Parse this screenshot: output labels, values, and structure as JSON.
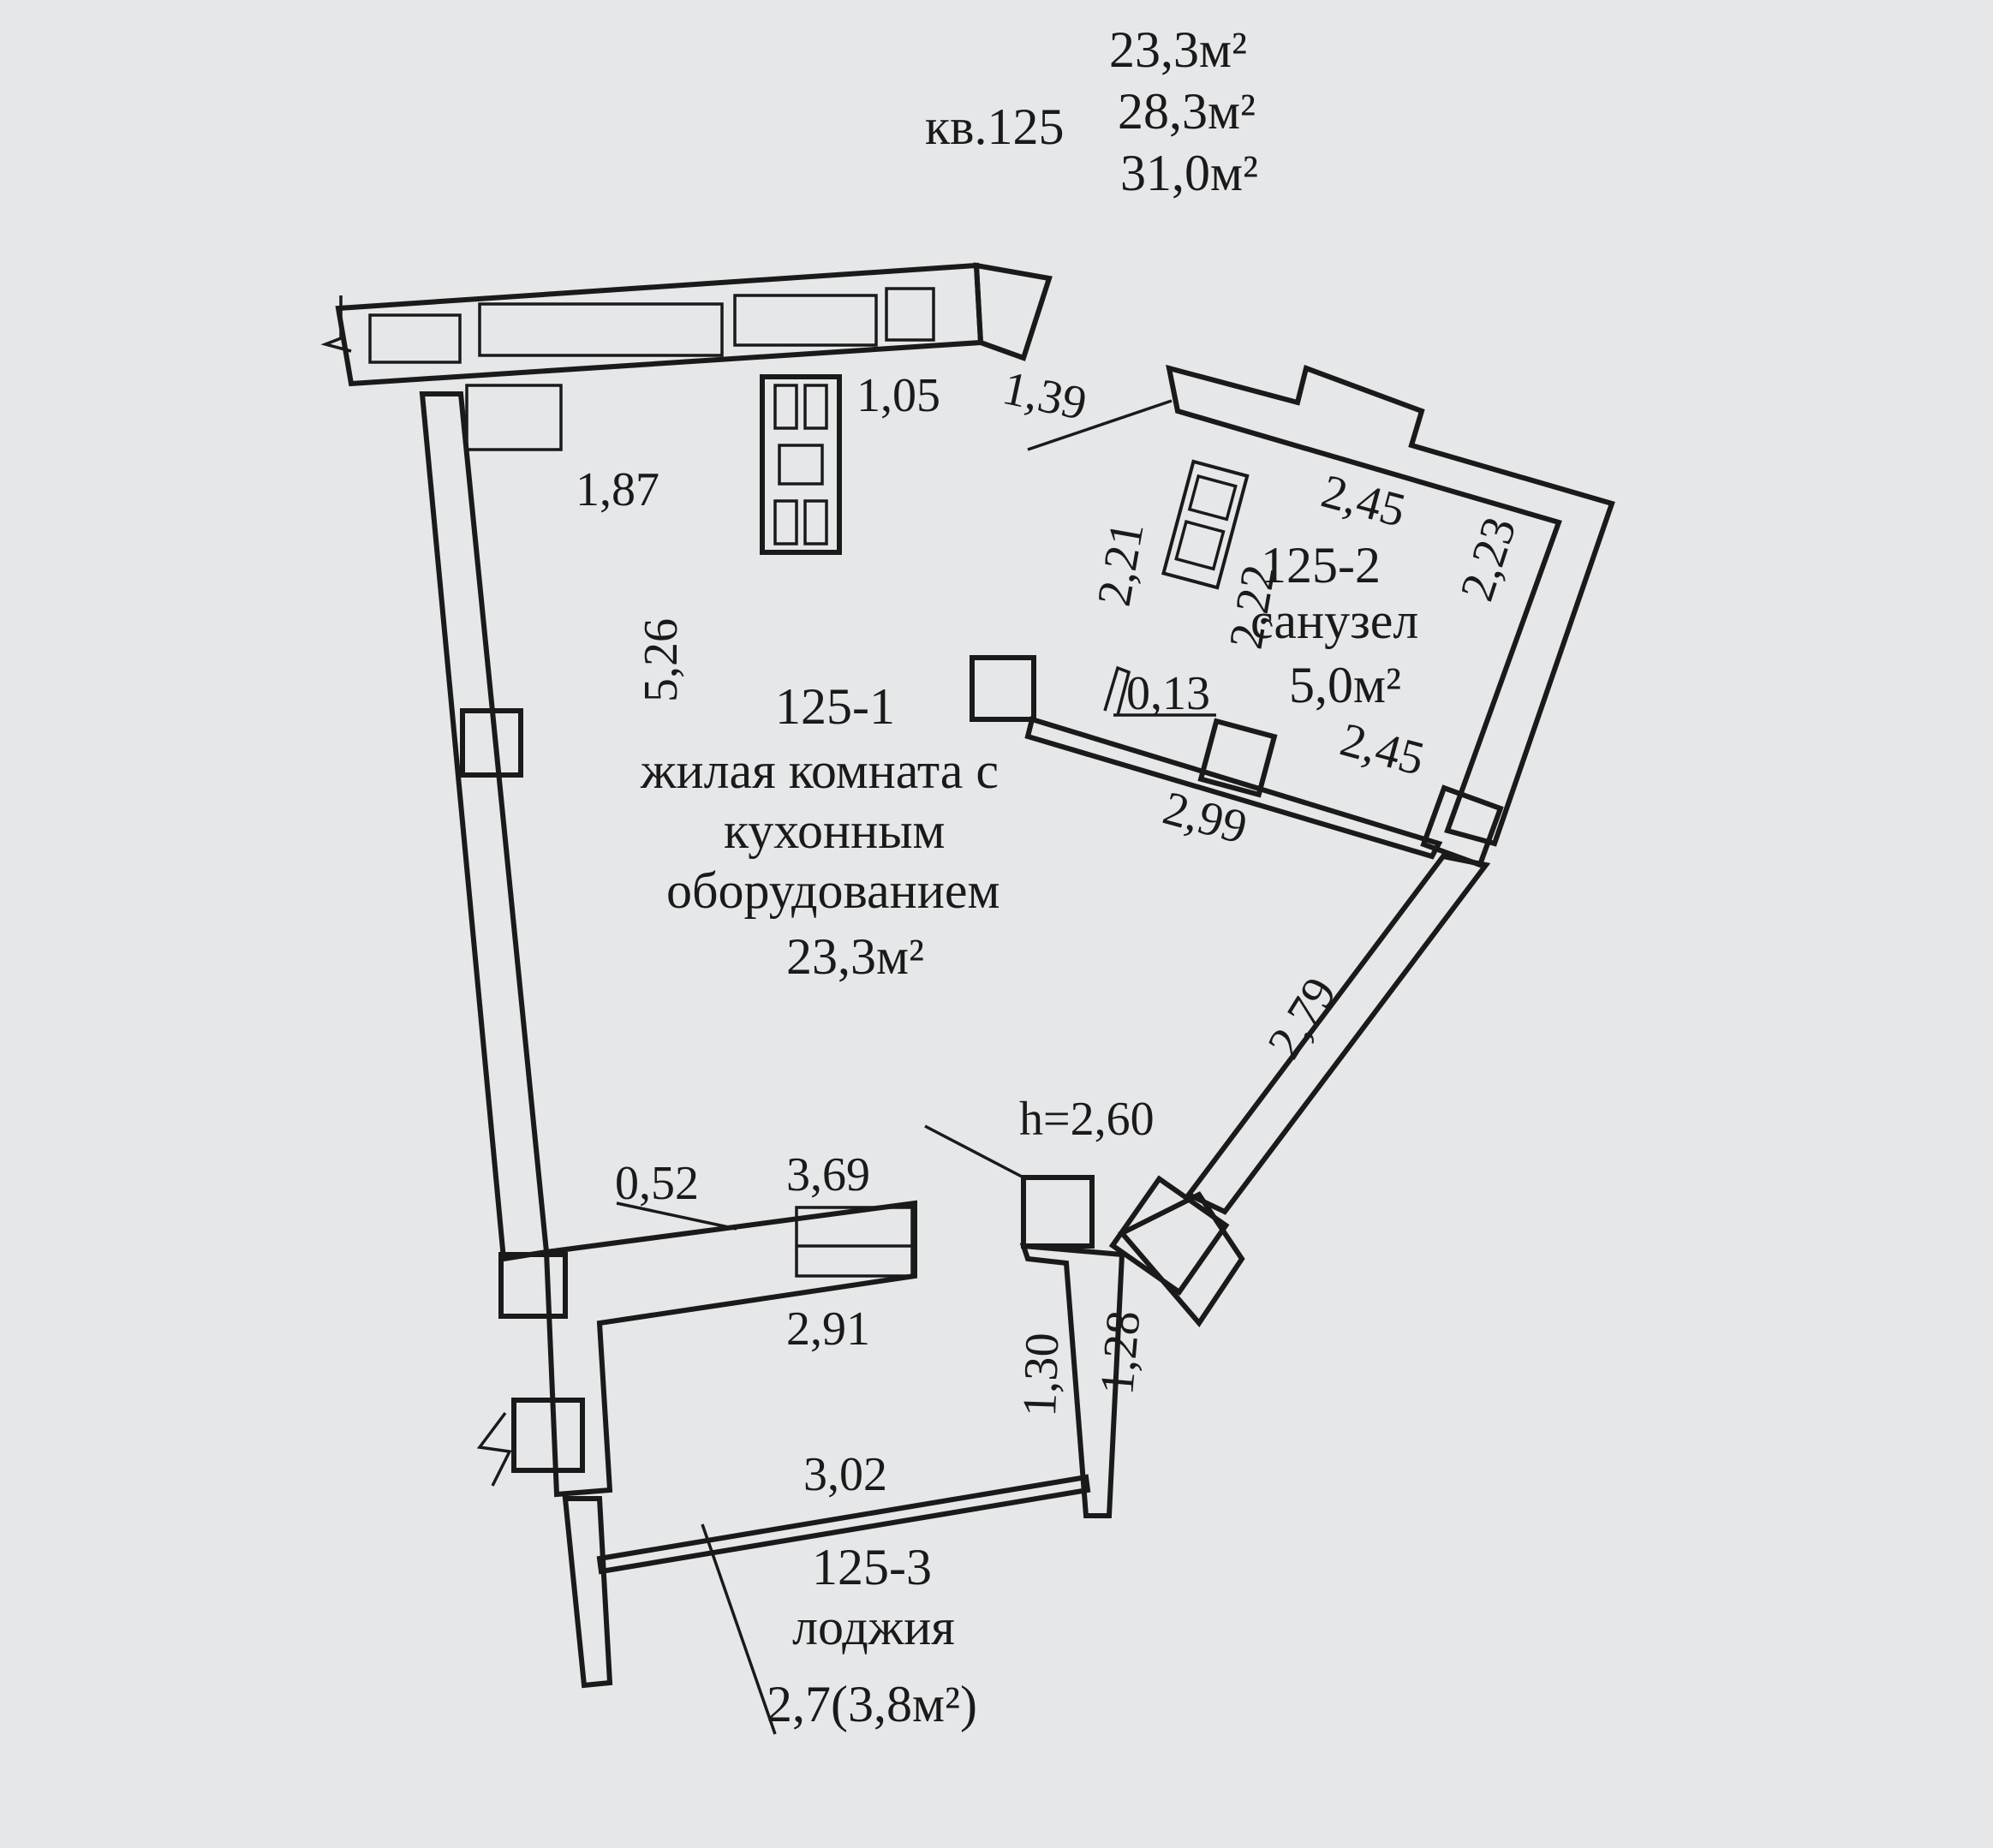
{
  "header": {
    "apartment": "кв.125",
    "areas": [
      "23,3м²",
      "28,3м²",
      "31,0м²"
    ]
  },
  "rooms": {
    "living": {
      "number": "125-1",
      "name_line1": "жилая комната с",
      "name_line2": "кухонным",
      "name_line3": "оборудованием",
      "area": "23,3м²"
    },
    "bathroom": {
      "number": "125-2",
      "name": "санузел",
      "area": "5,0м²"
    },
    "loggia": {
      "number": "125-3",
      "name": "лоджия",
      "area": "2,7(3,8м²)"
    }
  },
  "dimensions": {
    "d_1_05": "1,05",
    "d_1_39": "1,39",
    "d_1_87": "1,87",
    "d_5_26": "5,26",
    "d_2_21": "2,21",
    "d_2_22": "2,22",
    "d_2_45_top": "2,45",
    "d_2_23": "2,23",
    "d_0_13": "0,13",
    "d_2_45_right": "2,45",
    "d_2_99": "2,99",
    "d_2_79": "2,79",
    "d_h": "h=2,60",
    "d_0_52": "0,52",
    "d_3_69": "3,69",
    "d_2_91": "2,91",
    "d_1_30": "1,30",
    "d_1_28": "1,28",
    "d_3_02": "3,02"
  }
}
